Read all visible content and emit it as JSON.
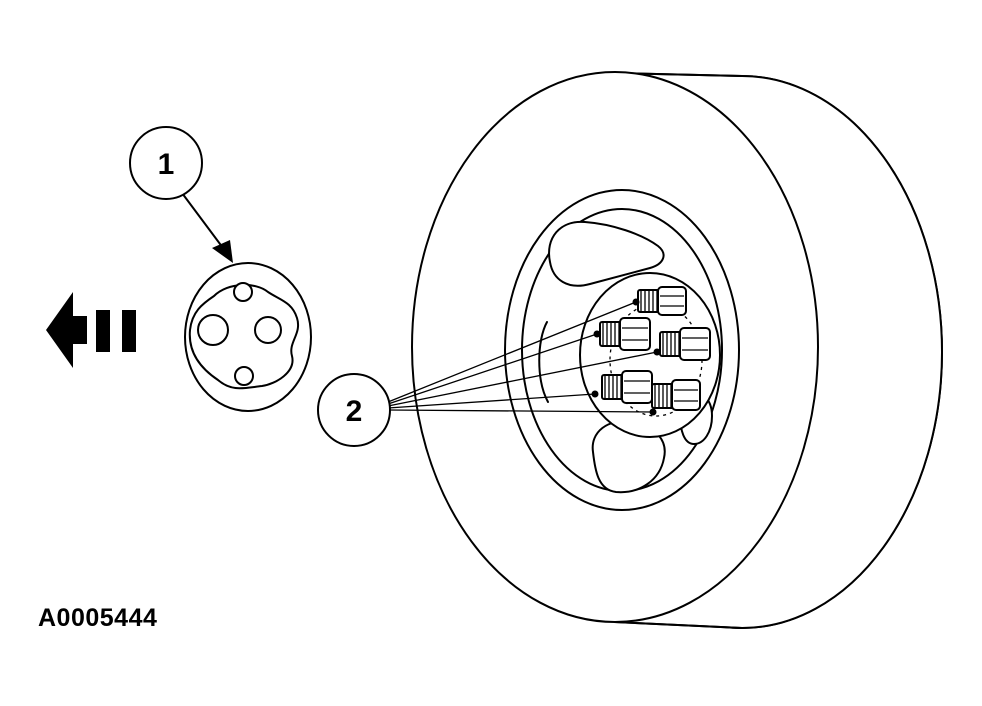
{
  "callouts": [
    {
      "label": "1"
    },
    {
      "label": "2"
    }
  ],
  "figure_id": "A0005444",
  "icons": [
    "removal-direction-arrow-icon",
    "center-cap",
    "wheel-and-tire",
    "lug-nut"
  ],
  "colors": {
    "ink": "#000000",
    "background": "#ffffff"
  }
}
